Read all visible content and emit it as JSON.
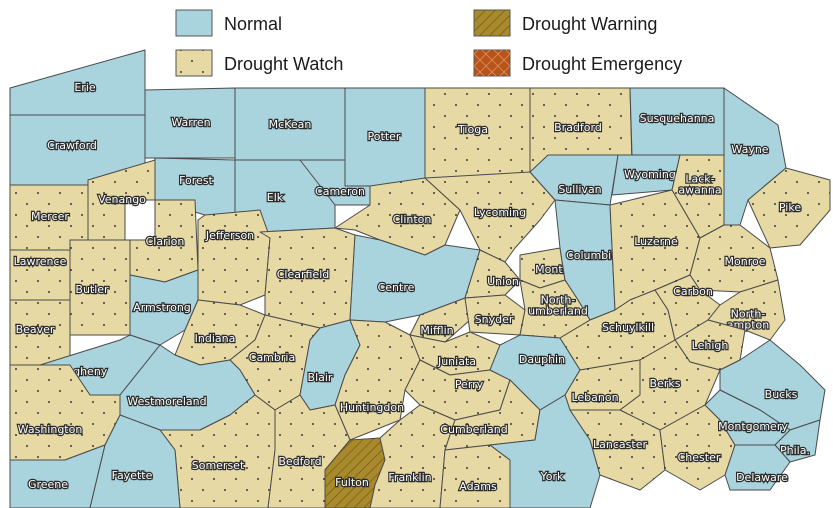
{
  "legend": [
    {
      "key": "normal",
      "label": "Normal",
      "color": "#a9d4de"
    },
    {
      "key": "watch",
      "label": "Drought Watch",
      "color": "#e6d9a3"
    },
    {
      "key": "warning",
      "label": "Drought Warning",
      "color": "#a88a2c"
    },
    {
      "key": "emergency",
      "label": "Drought Emergency",
      "color": "#b6541a"
    }
  ],
  "colors": {
    "normal": "#a9d4de",
    "watch": "#e6d9a3",
    "warning": "#a88a2c",
    "emergency": "#b6541a",
    "border": "#4a4a4a"
  },
  "counties": [
    {
      "name": "Erie",
      "status": "normal"
    },
    {
      "name": "Crawford",
      "status": "normal"
    },
    {
      "name": "Warren",
      "status": "normal"
    },
    {
      "name": "McKean",
      "status": "normal"
    },
    {
      "name": "Potter",
      "status": "normal"
    },
    {
      "name": "Tioga",
      "status": "watch"
    },
    {
      "name": "Bradford",
      "status": "watch"
    },
    {
      "name": "Susquehanna",
      "status": "normal"
    },
    {
      "name": "Wayne",
      "status": "normal"
    },
    {
      "name": "Mercer",
      "status": "watch"
    },
    {
      "name": "Venango",
      "status": "watch"
    },
    {
      "name": "Forest",
      "status": "normal"
    },
    {
      "name": "Elk",
      "status": "normal"
    },
    {
      "name": "Cameron",
      "status": "normal"
    },
    {
      "name": "Clinton",
      "status": "watch"
    },
    {
      "name": "Lycoming",
      "status": "watch"
    },
    {
      "name": "Sullivan",
      "status": "normal"
    },
    {
      "name": "Wyoming",
      "status": "normal"
    },
    {
      "name": "Lack-\nawanna",
      "status": "watch"
    },
    {
      "name": "Pike",
      "status": "watch"
    },
    {
      "name": "Lawrence",
      "status": "watch"
    },
    {
      "name": "Clarion",
      "status": "watch"
    },
    {
      "name": "Jefferson",
      "status": "watch"
    },
    {
      "name": "Clearfield",
      "status": "watch"
    },
    {
      "name": "Centre",
      "status": "normal"
    },
    {
      "name": "Union",
      "status": "watch"
    },
    {
      "name": "Montour",
      "status": "watch"
    },
    {
      "name": "Columbia",
      "status": "normal"
    },
    {
      "name": "Luzerne",
      "status": "watch"
    },
    {
      "name": "Monroe",
      "status": "watch"
    },
    {
      "name": "Butler",
      "status": "watch"
    },
    {
      "name": "Armstrong",
      "status": "normal"
    },
    {
      "name": "Beaver",
      "status": "watch"
    },
    {
      "name": "Indiana",
      "status": "watch"
    },
    {
      "name": "Cambria",
      "status": "watch"
    },
    {
      "name": "Mifflin",
      "status": "watch"
    },
    {
      "name": "Snyder",
      "status": "watch"
    },
    {
      "name": "North-\numberland",
      "status": "watch"
    },
    {
      "name": "Schuylkill",
      "status": "watch"
    },
    {
      "name": "Carbon",
      "status": "watch"
    },
    {
      "name": "North-\nampton",
      "status": "watch"
    },
    {
      "name": "Lehigh",
      "status": "watch"
    },
    {
      "name": "Allegheny",
      "status": "normal"
    },
    {
      "name": "Westmoreland",
      "status": "normal"
    },
    {
      "name": "Blair",
      "status": "normal"
    },
    {
      "name": "Huntingdon",
      "status": "watch"
    },
    {
      "name": "Juniata",
      "status": "watch"
    },
    {
      "name": "Perry",
      "status": "watch"
    },
    {
      "name": "Dauphin",
      "status": "normal"
    },
    {
      "name": "Lebanon",
      "status": "watch"
    },
    {
      "name": "Berks",
      "status": "watch"
    },
    {
      "name": "Bucks",
      "status": "normal"
    },
    {
      "name": "Washington",
      "status": "watch"
    },
    {
      "name": "Somerset",
      "status": "watch"
    },
    {
      "name": "Bedford",
      "status": "watch"
    },
    {
      "name": "Fulton",
      "status": "warning"
    },
    {
      "name": "Franklin",
      "status": "watch"
    },
    {
      "name": "Cumberland",
      "status": "watch"
    },
    {
      "name": "Adams",
      "status": "watch"
    },
    {
      "name": "York",
      "status": "normal"
    },
    {
      "name": "Lancaster",
      "status": "watch"
    },
    {
      "name": "Chester",
      "status": "watch"
    },
    {
      "name": "Montgomery",
      "status": "normal"
    },
    {
      "name": "Phila.",
      "status": "normal"
    },
    {
      "name": "Delaware",
      "status": "normal"
    },
    {
      "name": "Greene",
      "status": "normal"
    },
    {
      "name": "Fayette",
      "status": "normal"
    }
  ]
}
